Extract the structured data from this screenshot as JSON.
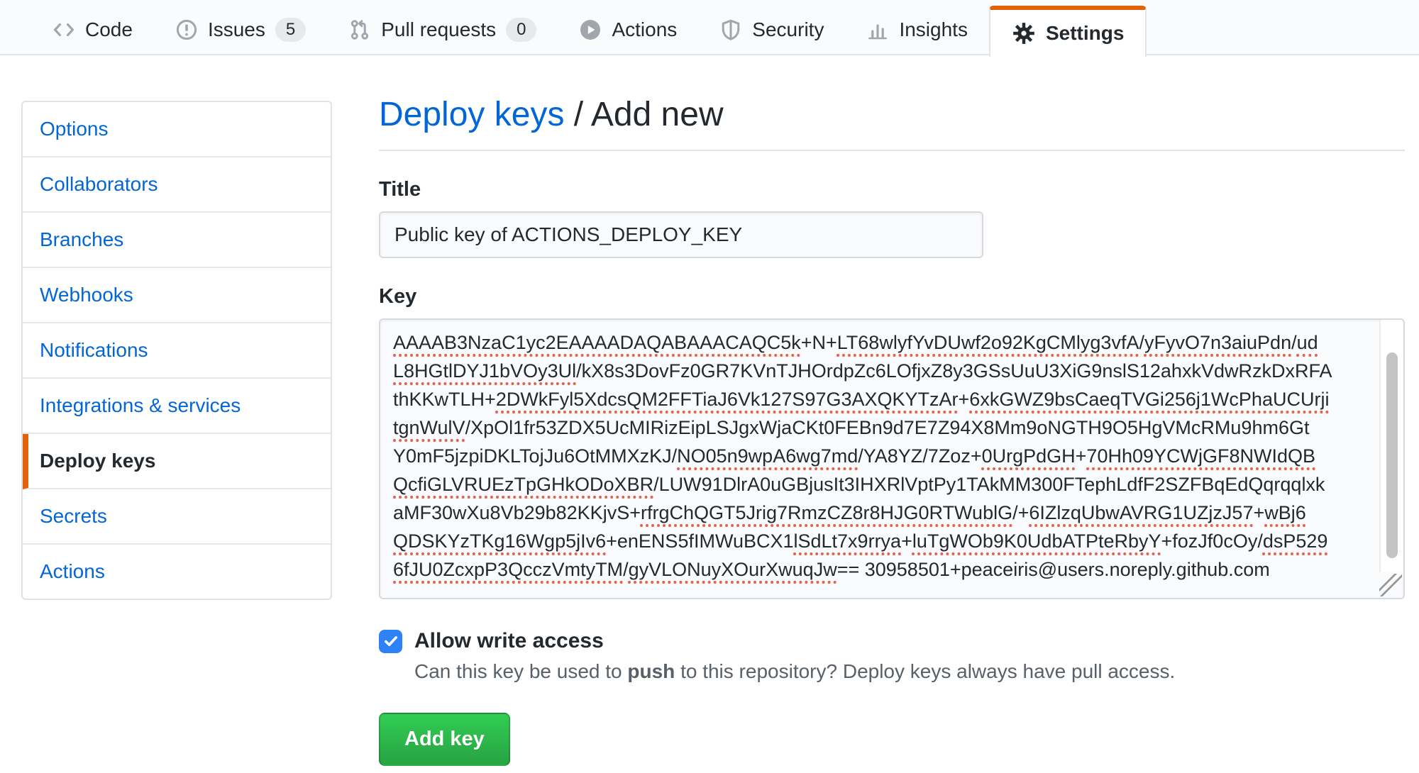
{
  "colors": {
    "accent_orange": "#e36209",
    "link_blue": "#0366d6",
    "button_green": "#28a745",
    "checkbox_blue": "#2f81f7",
    "spellcheck_red": "#e8604c"
  },
  "tabs": {
    "items": [
      {
        "label": "Code",
        "icon": "code-icon",
        "active": false
      },
      {
        "label": "Issues",
        "icon": "issue-opened-icon",
        "count": "5",
        "active": false
      },
      {
        "label": "Pull requests",
        "icon": "git-pull-request-icon",
        "count": "0",
        "active": false
      },
      {
        "label": "Actions",
        "icon": "play-icon",
        "active": false
      },
      {
        "label": "Security",
        "icon": "shield-icon",
        "active": false
      },
      {
        "label": "Insights",
        "icon": "graph-icon",
        "active": false
      },
      {
        "label": "Settings",
        "icon": "gear-icon",
        "active": true
      }
    ]
  },
  "sidebar": {
    "items": [
      {
        "label": "Options",
        "active": false
      },
      {
        "label": "Collaborators",
        "active": false
      },
      {
        "label": "Branches",
        "active": false
      },
      {
        "label": "Webhooks",
        "active": false
      },
      {
        "label": "Notifications",
        "active": false
      },
      {
        "label": "Integrations & services",
        "active": false
      },
      {
        "label": "Deploy keys",
        "active": true
      },
      {
        "label": "Secrets",
        "active": false
      },
      {
        "label": "Actions",
        "active": false
      }
    ]
  },
  "main": {
    "breadcrumb": {
      "parent": "Deploy keys",
      "separator": " / ",
      "current": "Add new"
    },
    "title_field": {
      "label": "Title",
      "value": "Public key of ACTIONS_DEPLOY_KEY"
    },
    "key_field": {
      "label": "Key",
      "lines": [
        [
          [
            "AAAAB3NzaC1yc2EAAAADAQABAAACAQC5k",
            true
          ],
          [
            "+N+",
            false
          ],
          [
            "LT68wlyfYvDUwf2o92KgCMlyg3vfA",
            true
          ],
          [
            "/",
            false
          ],
          [
            "yFyvO7n3aiuPdn",
            true
          ],
          [
            "/",
            false
          ],
          [
            "ud",
            true
          ]
        ],
        [
          [
            "L8HGtlDYJ1bVOy3Ul",
            true
          ],
          [
            "/kX8s3DovFz0GR7KVnTJHOrdpZc6LOfjxZ8y3GSsUuU3XiG9nslS12ahxkVdwRzkDxRFA",
            false
          ]
        ],
        [
          [
            "thKKwTLH+",
            false
          ],
          [
            "2DWkFyl5XdcsQM2FFTiaJ6Vk127S97G3AXQKYTzAr",
            true
          ],
          [
            "+",
            false
          ],
          [
            "6xkGWZ9bsCaeqTVGi256j1WcPhaUCUrji",
            true
          ]
        ],
        [
          [
            "tgnWulV",
            true
          ],
          [
            "/XpOl1fr53ZDX5UcMIRizEipLSJgxWjaCKt0FEBn9d7E7Z94X8Mm9oNGTH9O5HgVMcRMu9hm6Gt",
            false
          ]
        ],
        [
          [
            "Y0mF5jzpiDKLTojJu6OtMMXzKJ/",
            false
          ],
          [
            "NO05n9wpA6wg7md",
            true
          ],
          [
            "/YA8YZ/7Zoz+",
            false
          ],
          [
            "0UrgPdGH",
            true
          ],
          [
            "+",
            false
          ],
          [
            "70Hh09YCWjGF8NWIdQB",
            true
          ]
        ],
        [
          [
            "QcfiGLVRUEzTpGHkODoXBR",
            true
          ],
          [
            "/LUW91DlrA0uGBjusIt3IHXRlVptPy1TAkMM300FTephLdfF2SZFBqEdQqrqqlxk",
            false
          ]
        ],
        [
          [
            "aMF30wXu8Vb29b82KKjvS+",
            false
          ],
          [
            "rfrgChQGT5Jrig7RmzCZ8r8HJG0RTWublG",
            true
          ],
          [
            "/+",
            false
          ],
          [
            "6IZlzqUbwAVRG1UZjzJ57",
            true
          ],
          [
            "+",
            false
          ],
          [
            "wBj6",
            true
          ]
        ],
        [
          [
            "QDSKYzTKg16Wgp5jIv6",
            true
          ],
          [
            "+enENS5fIMWuBCX1",
            false
          ],
          [
            "lSdLt7x9rrya",
            true
          ],
          [
            "+",
            false
          ],
          [
            "luTgWOb9K0UdbATPteRbyY",
            true
          ],
          [
            "+fozJf0cOy/",
            false
          ],
          [
            "dsP529",
            true
          ]
        ],
        [
          [
            "6fJU0ZcxpP3QcczVmtyTM",
            true
          ],
          [
            "/",
            false
          ],
          [
            "gyVLONuyXOurXwuqJw",
            true
          ],
          [
            "== 30958501+peaceiris@users.noreply.github.com",
            false
          ]
        ]
      ]
    },
    "write_access": {
      "label": "Allow write access",
      "checked": true,
      "note_prefix": "Can this key be used to ",
      "note_bold": "push",
      "note_suffix": " to this repository? Deploy keys always have pull access."
    },
    "submit_label": "Add key"
  }
}
